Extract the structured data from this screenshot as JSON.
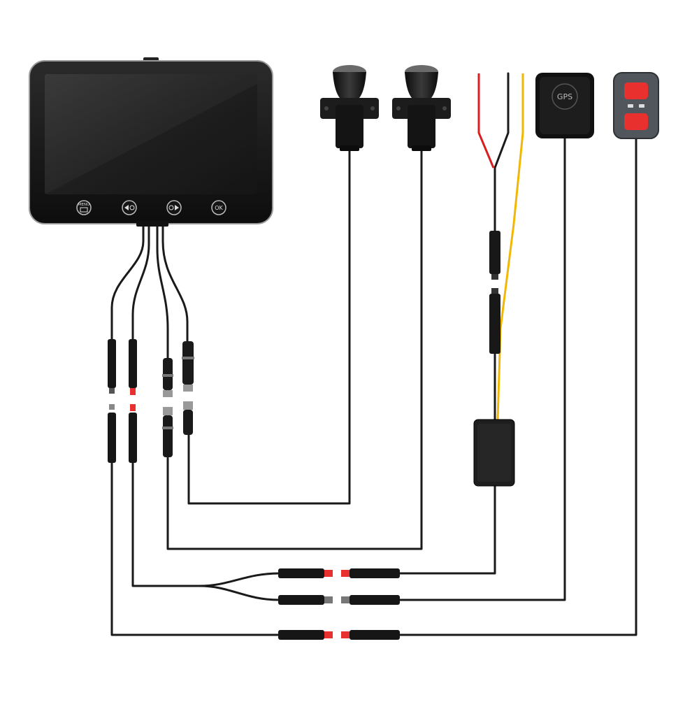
{
  "monitor": {
    "buttons": [
      {
        "id": "menu",
        "label": "MENU"
      },
      {
        "id": "prev",
        "label": "◀⊕"
      },
      {
        "id": "next",
        "label": "⊖▶"
      },
      {
        "id": "ok",
        "label": "OK"
      }
    ]
  },
  "gps_module": {
    "label": "GPS"
  },
  "colors": {
    "cable": "#1a1a1a",
    "wire_red": "#d81e1e",
    "wire_yellow": "#f2b705",
    "accent_red": "#e8312f",
    "device_body": "#111111",
    "screen": "#2a2a2a",
    "remote_body": "#555a5f"
  },
  "icons": [
    "menu-icon",
    "rewind-icon",
    "forward-icon",
    "ok-icon"
  ]
}
